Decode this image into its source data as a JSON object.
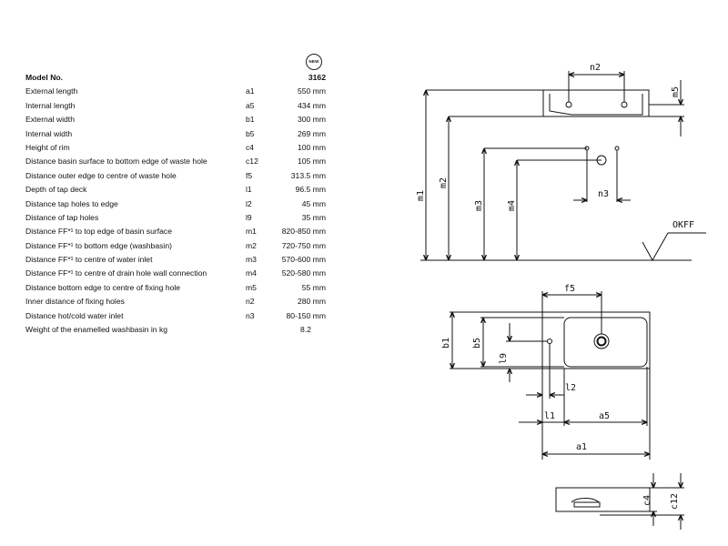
{
  "badge": "NEW",
  "header": {
    "label": "Model No.",
    "value": "3162"
  },
  "specs": [
    {
      "label": "External length",
      "symbol": "a1",
      "value": "550 mm"
    },
    {
      "label": "Internal length",
      "symbol": "a5",
      "value": "434 mm"
    },
    {
      "label": "External width",
      "symbol": "b1",
      "value": "300 mm"
    },
    {
      "label": "Internal width",
      "symbol": "b5",
      "value": "269 mm"
    },
    {
      "label": "Height of rim",
      "symbol": "c4",
      "value": "100 mm"
    },
    {
      "label": "Distance basin surface to bottom edge of waste hole",
      "symbol": "c12",
      "value": "105 mm"
    },
    {
      "label": "Distance outer edge to centre of waste hole",
      "symbol": "f5",
      "value": "313.5 mm"
    },
    {
      "label": "Depth of tap deck",
      "symbol": "l1",
      "value": "96.5 mm"
    },
    {
      "label": "Distance tap holes to edge",
      "symbol": "l2",
      "value": "45 mm"
    },
    {
      "label": "Distance of tap holes",
      "symbol": "l9",
      "value": "35 mm"
    },
    {
      "label": "Distance FF*¹ to top edge of basin surface",
      "symbol": "m1",
      "value": "820-850 mm"
    },
    {
      "label": "Distance FF*¹ to bottom edge (washbasin)",
      "symbol": "m2",
      "value": "720-750 mm"
    },
    {
      "label": "Distance FF*¹ to centre of water inlet",
      "symbol": "m3",
      "value": "570-600 mm"
    },
    {
      "label": "Distance FF*¹ to centre of drain hole wall connection",
      "symbol": "m4",
      "value": "520-580 mm"
    },
    {
      "label": "Distance bottom edge to centre of fixing hole",
      "symbol": "m5",
      "value": "55 mm"
    },
    {
      "label": "Inner distance of fixing holes",
      "symbol": "n2",
      "value": "280 mm"
    },
    {
      "label": "Distance hot/cold water inlet",
      "symbol": "n3",
      "value": "80-150 mm"
    }
  ],
  "weight": {
    "label": "Weight of the enamelled washbasin in kg",
    "value": "8.2"
  },
  "drawing_labels": {
    "n2": "n2",
    "m5": "m5",
    "m1": "m1",
    "m2": "m2",
    "m3": "m3",
    "m4": "m4",
    "n3": "n3",
    "okff": "OKFF",
    "f5": "f5",
    "b1": "b1",
    "b5": "b5",
    "l9": "l9",
    "l2": "l2",
    "l1": "l1",
    "a5": "a5",
    "a1": "a1",
    "c4": "c4",
    "c12": "c12"
  }
}
